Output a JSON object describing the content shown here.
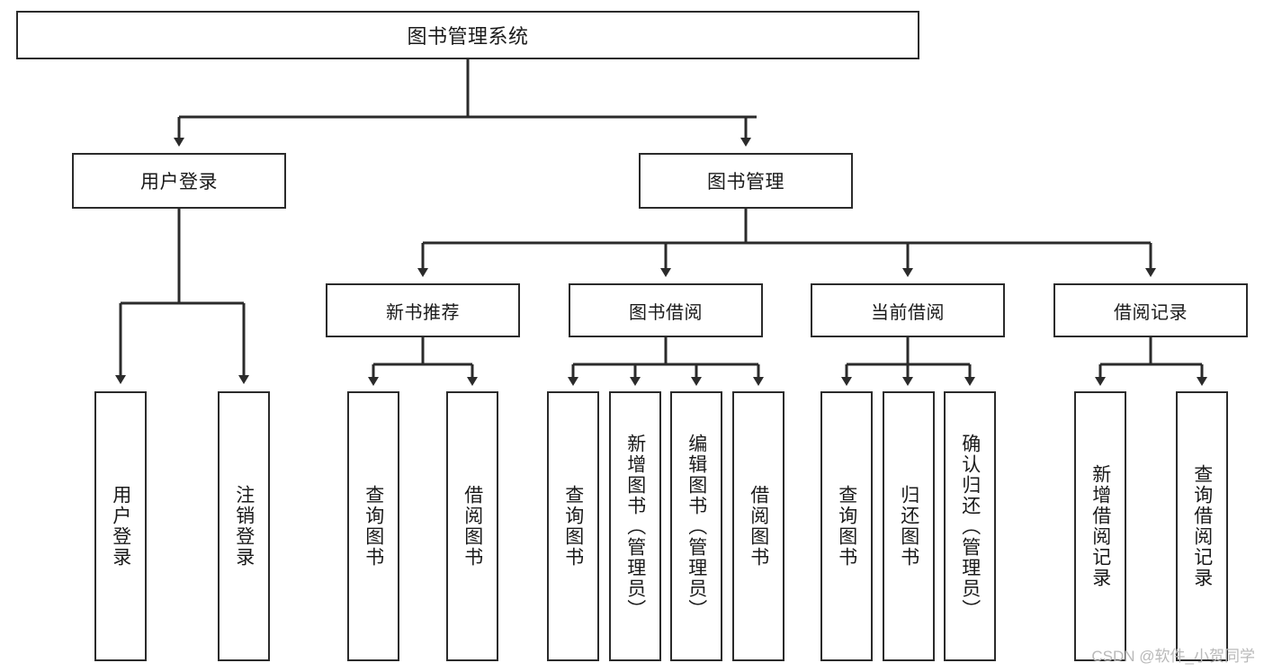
{
  "diagram": {
    "title": "图书管理系统",
    "watermark": "CSDN @软件_小贺同学",
    "nodes": {
      "root": {
        "label": "图书管理系统"
      },
      "level2": [
        {
          "id": "user-login",
          "label": "用户登录"
        },
        {
          "id": "book-management",
          "label": "图书管理"
        }
      ],
      "level3": [
        {
          "id": "new-book-recommend",
          "label": "新书推荐"
        },
        {
          "id": "book-borrow",
          "label": "图书借阅"
        },
        {
          "id": "current-borrow",
          "label": "当前借阅"
        },
        {
          "id": "borrow-record",
          "label": "借阅记录"
        }
      ],
      "leaves": {
        "user_login": [
          {
            "id": "leaf-user-login",
            "label": "用户登录"
          },
          {
            "id": "leaf-logout-login",
            "label": "注销登录"
          }
        ],
        "new_book_recommend": [
          {
            "id": "leaf-query-book-1",
            "label": "查询图书"
          },
          {
            "id": "leaf-borrow-book-1",
            "label": "借阅图书"
          }
        ],
        "book_borrow": [
          {
            "id": "leaf-query-book-2",
            "label": "查询图书"
          },
          {
            "id": "leaf-add-book",
            "label": "新增图书（管理员）"
          },
          {
            "id": "leaf-edit-book",
            "label": "编辑图书（管理员）"
          },
          {
            "id": "leaf-borrow-book-2",
            "label": "借阅图书"
          }
        ],
        "current_borrow": [
          {
            "id": "leaf-query-book-3",
            "label": "查询图书"
          },
          {
            "id": "leaf-return-book",
            "label": "归还图书"
          },
          {
            "id": "leaf-confirm-return",
            "label": "确认归还（管理员）"
          }
        ],
        "borrow_record": [
          {
            "id": "leaf-add-record",
            "label": "新增借阅记录"
          },
          {
            "id": "leaf-query-record",
            "label": "查询借阅记录"
          }
        ]
      }
    },
    "colors": {
      "stroke": "#2b2b2b",
      "fill": "#ffffff",
      "text": "#1a1a1a",
      "watermark": "#b9b9b9"
    }
  }
}
